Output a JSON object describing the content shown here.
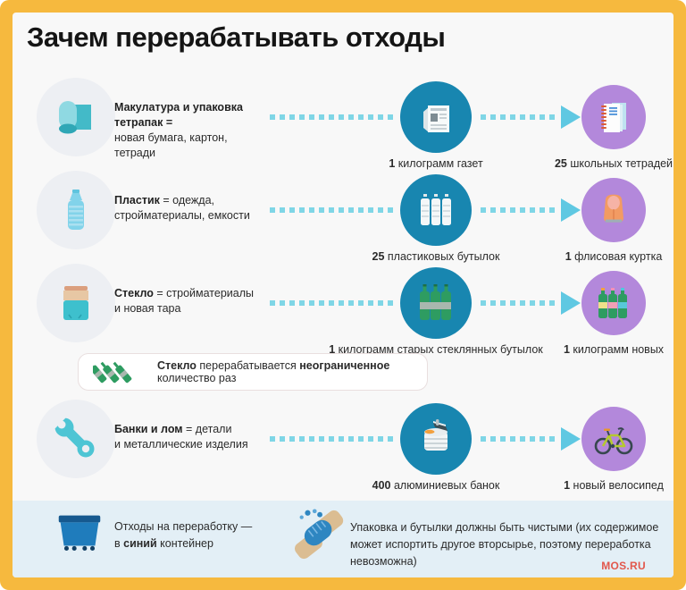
{
  "title": "Зачем перерабатывать отходы",
  "colors": {
    "frame_orange": "#F6B93E",
    "panel_bg": "#F8F8F8",
    "source_circle": "#EDEFF3",
    "input_circle_blue": "#1886B0",
    "output_circle_purple": "#B388DB",
    "dots_teal": "#7FD6E6",
    "arrow_teal": "#5FC8E2",
    "footer_bg": "#E3EFF6",
    "brand_red": "#E2574C"
  },
  "rows": [
    {
      "source_icon": "paper-roll-icon",
      "label_bold": "Макулатура и упаковка тетрапак =",
      "label_rest": "",
      "label_line2": "новая бумага, картон, тетради",
      "input": {
        "icon": "newspaper-icon",
        "qty": "1",
        "text": " килограмм газет"
      },
      "output": {
        "icon": "notebook-icon",
        "qty": "25",
        "text": " школьных тетрадей"
      }
    },
    {
      "source_icon": "plastic-bottle-icon",
      "label_bold": "Пластик",
      "label_rest": " = одежда,",
      "label_line2": "стройматериалы, емкости",
      "input": {
        "icon": "plastic-bottles-icon",
        "qty": "25",
        "text": " пластиковых бутылок"
      },
      "output": {
        "icon": "fleece-jacket-icon",
        "qty": "1",
        "text": " флисовая куртка"
      }
    },
    {
      "source_icon": "glass-jar-icon",
      "label_bold": "Стекло",
      "label_rest": " = стройматериалы",
      "label_line2": "и новая тара",
      "input": {
        "icon": "old-glass-bottles-icon",
        "qty": "1",
        "text": " килограмм старых стеклянных бутылок"
      },
      "output": {
        "icon": "new-glass-bottles-icon",
        "qty": "1",
        "text": " килограмм новых"
      }
    },
    {
      "source_icon": "wrench-icon",
      "label_bold": "Банки и лом",
      "label_rest": " = детали",
      "label_line2": "и металлические изделия",
      "input": {
        "icon": "aluminum-cans-icon",
        "qty": "400",
        "text": " алюминиевых банок"
      },
      "output": {
        "icon": "bicycle-icon",
        "qty": "1",
        "text": " новый велосипед"
      }
    }
  ],
  "callout": {
    "icon": "tilted-bottles-icon",
    "bold1": "Стекло",
    "text1": " перерабатывается ",
    "bold2": "неограниченное",
    "text2": " количество раз"
  },
  "footer": {
    "bin": {
      "icon": "blue-dumpster-icon",
      "line1": "Отходы на переработку —",
      "line2_pre": "в ",
      "line2_bold": "синий",
      "line2_post": " контейнер"
    },
    "clean": {
      "icon": "washing-hands-icon",
      "text": "Упаковка и бутылки должны быть чистыми (их содержимое может испортить другое вторсырье, поэтому переработка невозможна)"
    },
    "brand": "MOS.RU"
  }
}
